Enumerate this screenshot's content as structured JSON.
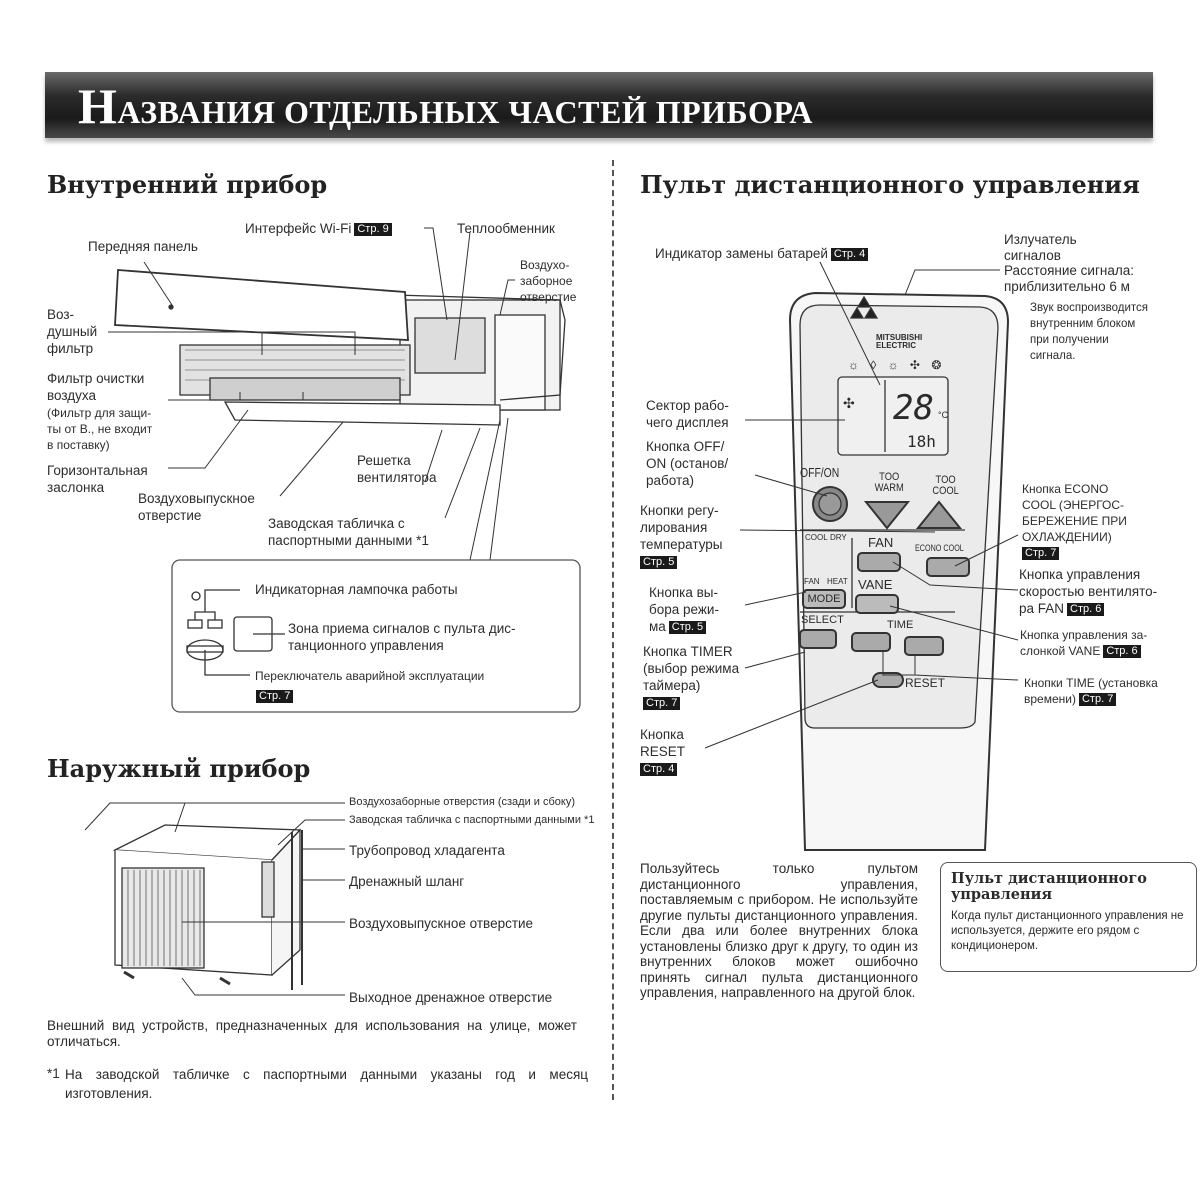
{
  "header": {
    "title_initial": "Н",
    "title_rest": "АЗВАНИЯ ОТДЕЛЬНЫХ ЧАСТЕЙ ПРИБОРА"
  },
  "indoor": {
    "title": "Внутренний прибор",
    "wifi": {
      "label": "Интерфейс Wi-Fi",
      "page": "Стр. 9"
    },
    "heat_exchanger": "Теплообменник",
    "front_panel": "Передняя панель",
    "air_intake": "Воздухо-\nзаборное\nотверстие",
    "air_filter": "Воз-\nдушный\nфильтр",
    "cleaning_filter": "Фильтр очистки\nвоздуха",
    "cleaning_filter_note": "(Фильтр для защи-\nты от В., не входит\nв поставку)",
    "horizontal_vane": "Горизонтальная\nзаслонка",
    "fan_grille": "Решетка\nвентилятора",
    "air_outlet": "Воздуховыпускное\nотверстие",
    "nameplate": "Заводская табличка с\nпаспортными данными *1",
    "panel_box": {
      "operation_lamp": "Индикаторная лампочка работы",
      "receiver": "Зона приема сигналов с пульта дис-\nтанционного управления",
      "emergency_switch": "Переключатель аварийной эксплуатации",
      "emergency_page": "Стр. 7"
    }
  },
  "outdoor": {
    "title": "Наружный прибор",
    "air_inlets": "Воздухозаборные отверстия (сзади и сбоку)",
    "nameplate": "Заводская табличка с паспортными данными *1",
    "refrigerant_pipe": "Трубопровод хладагента",
    "drain_hose": "Дренажный шланг",
    "air_outlet": "Воздуховыпускное отверстие",
    "drain_outlet": "Выходное дренажное отверстие",
    "note": "Внешний вид устройств, предназначенных для использования на улице, может отличаться.",
    "footnote_mark": "*1",
    "footnote": "На заводской табличке с паспортными данными указаны год и месяц изготовления."
  },
  "remote": {
    "title": "Пульт дистанционного управления",
    "battery": {
      "label": "Индикатор замены батарей",
      "page": "Стр. 4"
    },
    "emitter": "Излучатель\nсигналов\nРасстояние сигнала:\nприблизительно 6 м",
    "emitter_note": "Звук воспроизводится\nвнутренним блоком\nпри получении\nсигнала.",
    "display": "Сектор рабо-\nчего дисплея",
    "onoff": "Кнопка OFF/\nON (останов/\nработа)",
    "temp": {
      "label": "Кнопки регу-\nлирования\nтемпературы",
      "page": "Стр. 5"
    },
    "mode": {
      "label": "Кнопка вы-\nбора режи-\nма",
      "page": "Стр. 5"
    },
    "timer": {
      "label": "Кнопка TIMER\n(выбор режима\nтаймера)",
      "page": "Стр. 7"
    },
    "reset": {
      "label": "Кнопка\nRESET",
      "page": "Стр. 4"
    },
    "econo": {
      "label": "Кнопка ECONO\nCOOL (ЭНЕРГОС-\nБЕРЕЖЕНИЕ ПРИ\nОХЛАЖДЕНИИ)",
      "page": "Стр. 7"
    },
    "fan": {
      "label": "Кнопка управления\nскоростью вентилято-\nра FAN",
      "page": "Стр. 6"
    },
    "vane": {
      "label": "Кнопка управления за-\nслонкой VANE",
      "page": "Стр. 6"
    },
    "time": {
      "label": "Кнопки TIME (установка\nвремени)",
      "page": "Стр. 7"
    },
    "device": {
      "brand": "MITSUBISHI\nELECTRIC",
      "temp_value": "28",
      "temp_unit": "°C",
      "hours": "18h",
      "off_on": "OFF/ON",
      "too_warm": "TOO\nWARM",
      "too_cool": "TOO\nCOOL",
      "cool": "COOL",
      "dry": "DRY",
      "fan_mode": "FAN",
      "heat": "HEAT",
      "mode_btn": "MODE",
      "fan_btn": "FAN",
      "vane_btn": "VANE",
      "econo_btn": "ECONO COOL",
      "select": "SELECT",
      "time": "TIME",
      "reset": "RESET"
    },
    "usage_note": "Пользуйтесь только пультом дистанционного управления, поставляемым с прибором. Не используйте другие пульты дистанционного управления. Если два или более внутренних блока установлены близко друг к другу, то один из внутренних блоков может ошибочно принять сигнал пульта дистанционного управления, направленного на другой блок.",
    "storage_box": {
      "title": "Пульт дистанционного управления",
      "text": "Когда пульт дистанционного управления не используется, держите его рядом с кондиционером."
    }
  }
}
